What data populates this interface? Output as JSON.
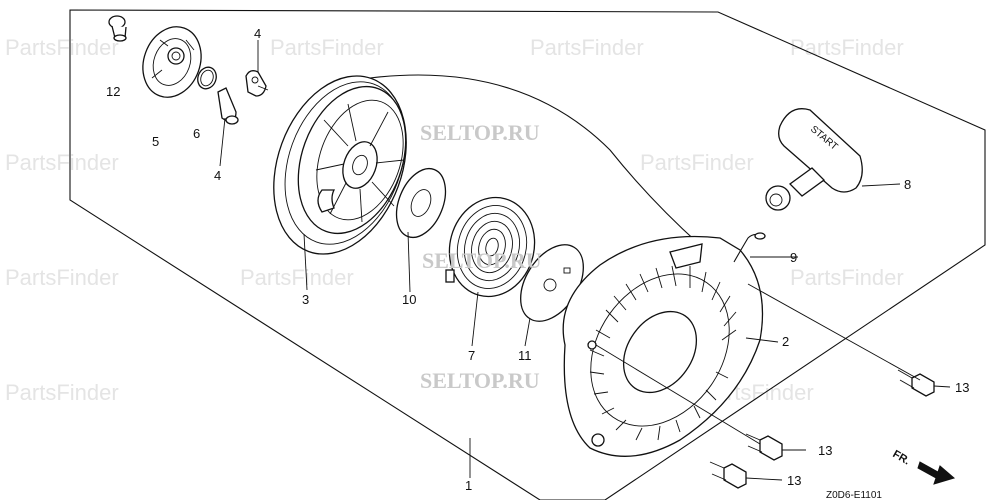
{
  "watermarks": {
    "main": "SELTOP.RU",
    "faint": "PartsFinder"
  },
  "labels": {
    "part_1": "1",
    "part_2": "2",
    "part_3": "3",
    "part_4_top": "4",
    "part_4_bottom": "4",
    "part_5": "5",
    "part_6": "6",
    "part_7": "7",
    "part_8": "8",
    "part_9": "9",
    "part_10": "10",
    "part_11": "11",
    "part_12": "12",
    "part_13_a": "13",
    "part_13_b": "13",
    "part_13_c": "13"
  },
  "handle_text": "START",
  "front_indicator": "FR.",
  "diagram_code": "Z0D6-E1101"
}
